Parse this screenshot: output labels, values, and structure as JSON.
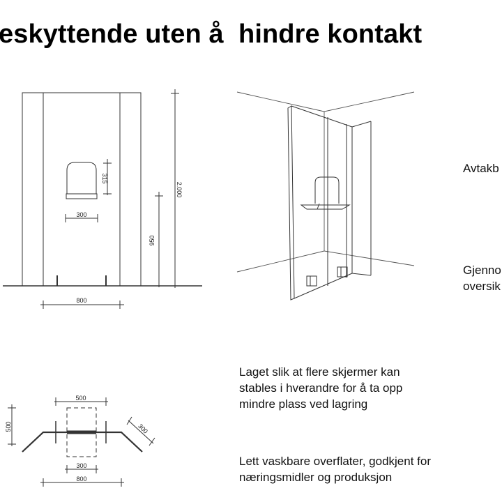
{
  "slide": {
    "title": "eskyttende uten å  hindre kontakt"
  },
  "labels": {
    "side_note_1": "Avtakb",
    "side_note_2": "Gjenno\noversik",
    "stack_note": "Laget slik at flere skjermer kan\nstables i hverandre for å ta opp\nmindre plass ved lagring",
    "clean_note": "Lett vaskbare overflater, godkjent for\nnæringsmidler og produksjon"
  },
  "dimensions": {
    "front": {
      "opening_width": "300",
      "opening_height": "315",
      "opening_elevation": "950",
      "total_height": "2.000",
      "base_width": "800"
    },
    "plan": {
      "depth": "500",
      "opening_width_top": "500",
      "wing": "300",
      "opening_width_bottom": "300",
      "base_width": "800"
    }
  }
}
